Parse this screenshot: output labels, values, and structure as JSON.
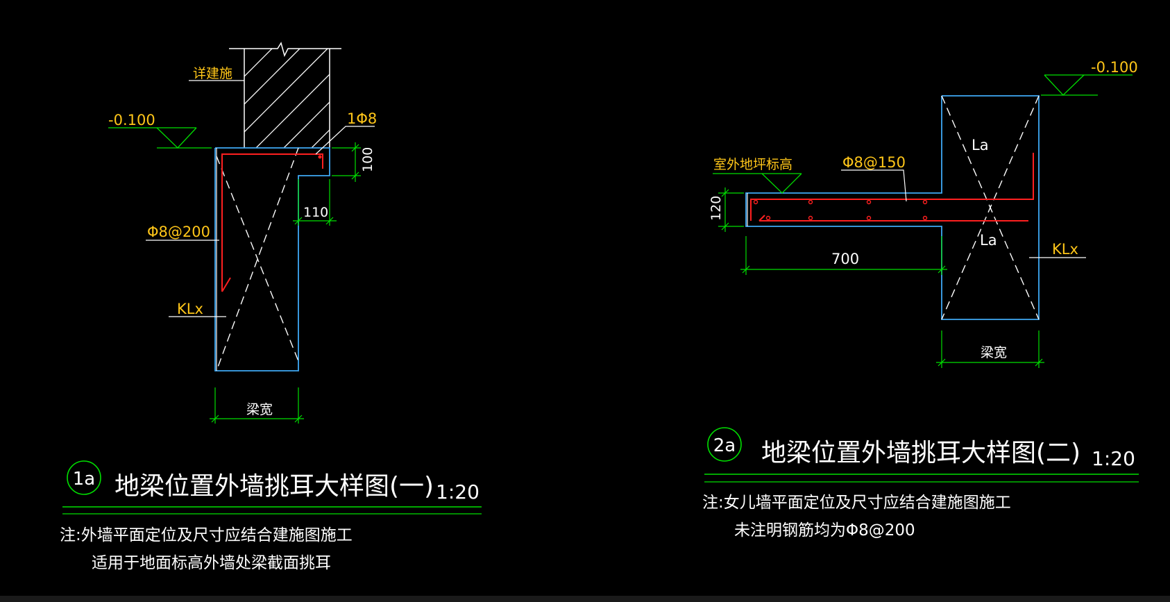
{
  "detail1": {
    "label_wall": "详建施",
    "elev": "-0.100",
    "rebar_top": "1Φ8",
    "dim_100": "100",
    "dim_110": "110",
    "stirrup": "Φ8@200",
    "beam": "KLx",
    "beam_width": "梁宽",
    "badge": "1a",
    "title": "地梁位置外墙挑耳大样图(一)",
    "scale": "1:20",
    "note1": "注:外墙平面定位及尺寸应结合建施图施工",
    "note2": "适用于地面标高外墙处梁截面挑耳"
  },
  "detail2": {
    "elev": "-0.100",
    "ground": "室外地坪标高",
    "rebar": "Φ8@150",
    "la_top": "La",
    "la_bottom": "La",
    "dim_120": "120",
    "dim_700": "700",
    "beam": "KLx",
    "beam_width": "梁宽",
    "badge": "2a",
    "title": "地梁位置外墙挑耳大样图(二)",
    "scale": "1:20",
    "note1": "注:女儿墙平面定位及尺寸应结合建施图施工",
    "note2": "未注明钢筋均为Φ8@200"
  },
  "colors": {
    "background": "#000000",
    "outline": "#3fa9f5",
    "dimension": "#00e000",
    "annotation": "#ffc619",
    "text": "#ffffff",
    "rebar": "#ff2020"
  }
}
